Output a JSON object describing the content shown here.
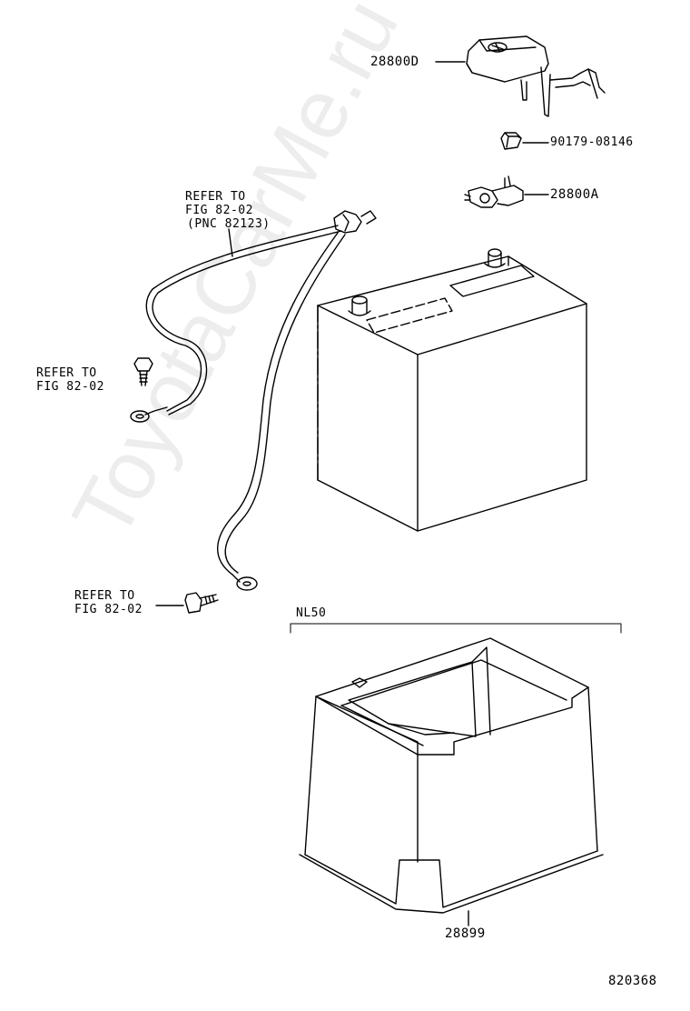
{
  "labels": {
    "cover": "28800D",
    "nut": "90179-08146",
    "terminal": "28800A",
    "cable_ref_1": "REFER TO",
    "cable_ref_2": "FIG 82-02",
    "cable_ref_3": "(PNC 82123)",
    "bolt1_ref_1": "REFER TO",
    "bolt1_ref_2": "FIG 82-02",
    "bolt2_ref_1": "REFER TO",
    "bolt2_ref_2": "FIG 82-02",
    "tray_variant": "NL50",
    "tray": "28899",
    "figure_number": "820368"
  },
  "watermark": "ToyotaCarMe.ru"
}
